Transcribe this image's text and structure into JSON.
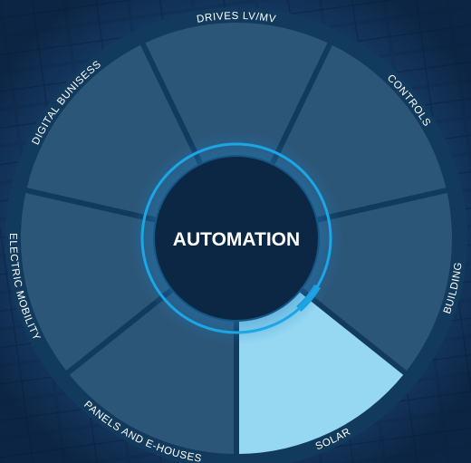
{
  "diagram": {
    "center": {
      "label": "AUTOMATION"
    },
    "segments": [
      {
        "label": "DRIVES LV/MV",
        "active": false
      },
      {
        "label": "CONTROLS",
        "active": false
      },
      {
        "label": "BUILDING",
        "active": false
      },
      {
        "label": "SOLAR",
        "active": true
      },
      {
        "label": "PANELS AND E-HOUSES",
        "active": false
      },
      {
        "label": "ELECTRIC MOBILITY",
        "active": false
      },
      {
        "label": "DIGITAL BUNISESS",
        "active": false
      }
    ]
  },
  "colors": {
    "background": "#123a66",
    "ring": "#123a5d",
    "segment": "#2c5678",
    "segment_active": "#96d8f2",
    "center": "#0c2744",
    "accent": "#1ba6e6",
    "text": "#ffffff"
  }
}
